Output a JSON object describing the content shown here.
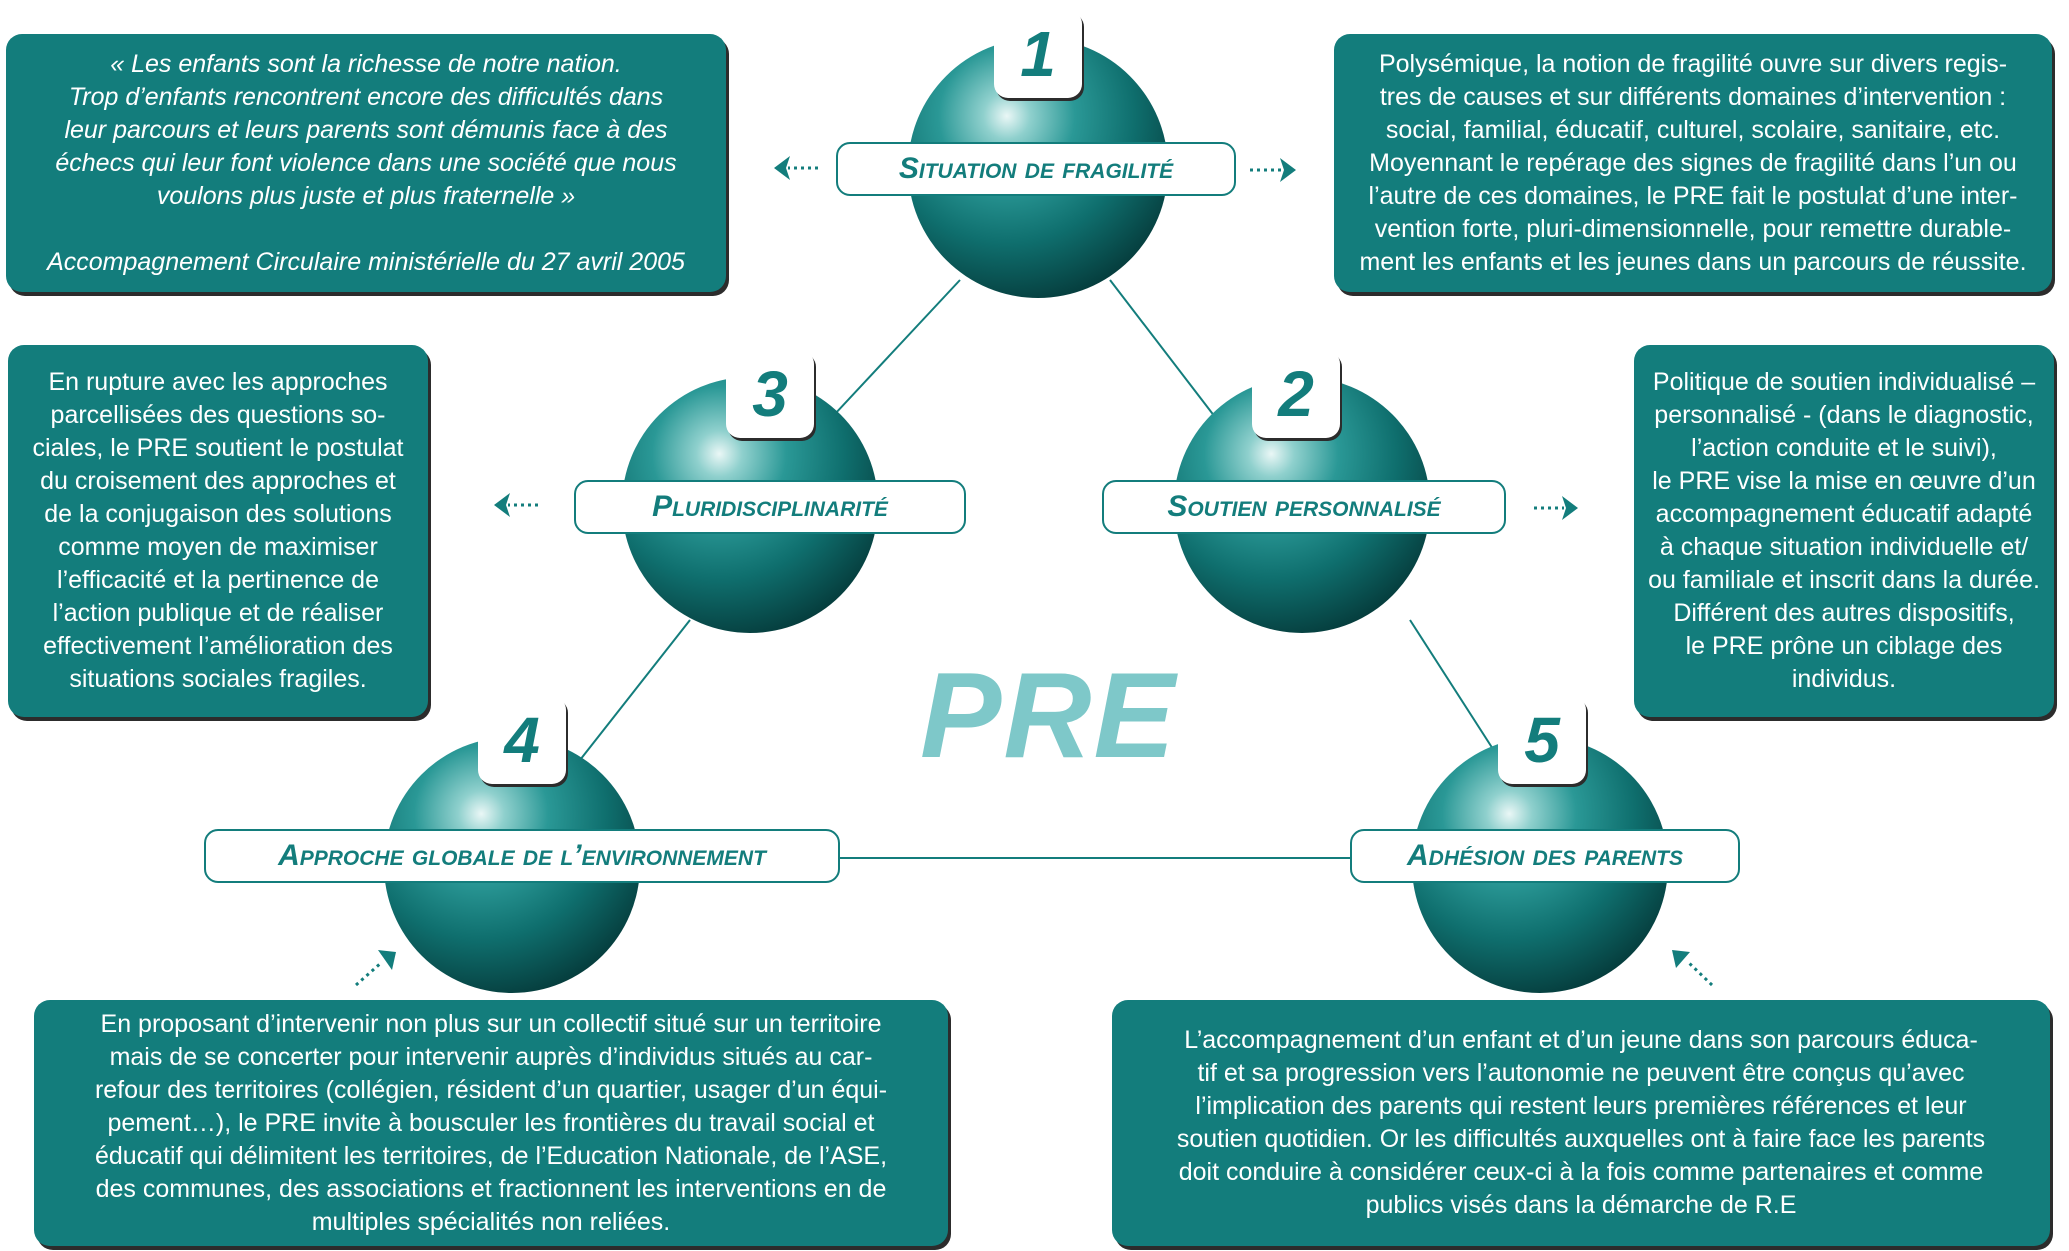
{
  "center_label": "PRE",
  "colors": {
    "teal": "#137d7c",
    "light_teal": "#7ec8c9",
    "shadow": "#2c2c2c",
    "white": "#ffffff"
  },
  "nodes": [
    {
      "number": "1",
      "label": "Situation de fragilité"
    },
    {
      "number": "2",
      "label": "Soutien personnalisé"
    },
    {
      "number": "3",
      "label": "Pluridisciplinarité"
    },
    {
      "number": "4",
      "label": "Approche globale de l’environnement"
    },
    {
      "number": "5",
      "label": "Adhésion des parents"
    }
  ],
  "boxes": {
    "quote": {
      "text": "« Les enfants sont la richesse de notre nation.\nTrop d’enfants rencontrent encore des difficultés dans\nleur parcours et leurs parents sont démunis face à des\néchecs qui leur font violence dans une société que nous\nvoulons plus juste et plus fraternelle »",
      "source": "Accompagnement Circulaire ministérielle du 27 avril 2005"
    },
    "fragilite": "Polysémique, la notion de fragilité ouvre sur divers regis-\ntres de causes et sur différents domaines d’intervention :\nsocial, familial, éducatif, culturel, scolaire, sanitaire, etc.\nMoyennant le repérage des signes de fragilité dans l’un ou\nl’autre de ces domaines, le PRE fait le postulat d’une inter-\nvention forte, pluri-dimensionnelle, pour remettre durable-\nment les enfants et les jeunes dans un parcours de réussite.",
    "pluri": "En rupture avec les approches\nparcellisées des questions so-\nciales, le PRE soutient le postulat\ndu croisement des approches et\nde la conjugaison des solutions\ncomme moyen de maximiser\nl’efficacité et la pertinence de\nl’action publique et de réaliser\neffectivement l’amélioration des\nsituations sociales fragiles.",
    "soutien": "Politique de soutien individualisé –\npersonnalisé - (dans le diagnostic,\nl’action conduite et le suivi),\nle PRE vise la mise en œuvre d’un\naccompagnement éducatif adapté\nà chaque situation individuelle et/\nou familiale et inscrit dans la durée.\nDifférent des autres dispositifs,\nle PRE prône un ciblage des\nindividus.",
    "environnement": "En proposant d’intervenir non plus sur un collectif situé sur un territoire\nmais de se concerter pour  intervenir auprès d’individus situés au car-\nrefour des territoires (collégien, résident d’un quartier, usager d’un équi-\npement…), le PRE invite à bousculer les frontières du travail social et\néducatif qui délimitent les territoires, de l’Education Nationale, de l’ASE,\ndes communes, des associations et fractionnent les interventions en de\nmultiples spécialités non reliées.",
    "parents": "L’accompagnement d’un enfant et d’un jeune dans son parcours éduca-\ntif et sa progression vers l’autonomie ne peuvent être conçus qu’avec\nl’implication des parents qui restent leurs premières références et leur\nsoutien quotidien. Or les difficultés auxquelles ont à faire face les parents\ndoit conduire à considérer ceux-ci à la fois comme partenaires et comme\npublics visés dans la démarche de R.E"
  }
}
